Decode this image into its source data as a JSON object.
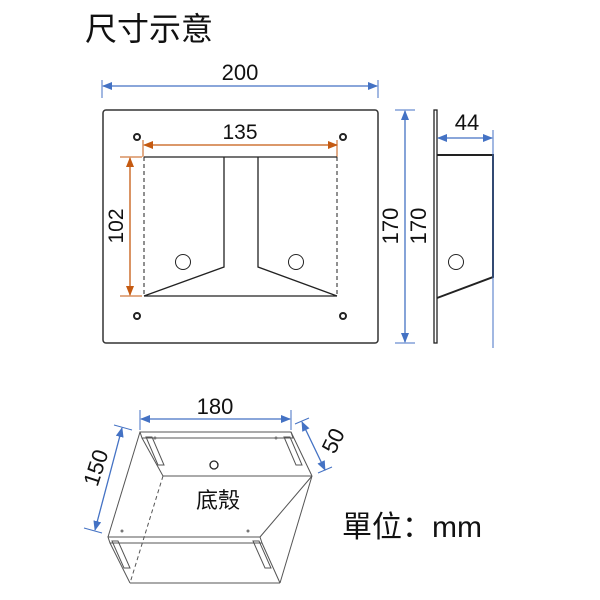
{
  "title": "尺寸示意",
  "front_view": {
    "width": "200",
    "inner_width": "135",
    "inner_height": "102",
    "height": "170"
  },
  "side_view": {
    "height": "170",
    "depth": "44"
  },
  "base_shell": {
    "label": "底殼",
    "width": "180",
    "length": "150",
    "height": "50"
  },
  "unit_label": "單位：mm",
  "colors": {
    "dim_blue": "#4472c4",
    "dim_orange": "#c55a11",
    "line": "#222222"
  }
}
